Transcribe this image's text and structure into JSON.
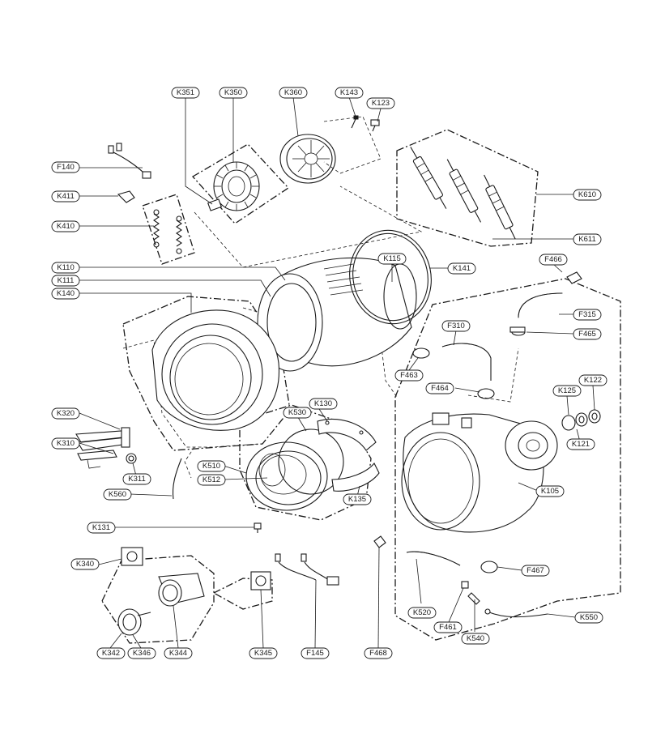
{
  "labels": [
    "K351",
    "K350",
    "K360",
    "K143",
    "K123",
    "F140",
    "K411",
    "K410",
    "K610",
    "K611",
    "K110",
    "K111",
    "K140",
    "K115",
    "K141",
    "F466",
    "F315",
    "F465",
    "F310",
    "F463",
    "F464",
    "K125",
    "K122",
    "K121",
    "K320",
    "K310",
    "K311",
    "K530",
    "K130",
    "K510",
    "K512",
    "K135",
    "K560",
    "K105",
    "K131",
    "K340",
    "F467",
    "K520",
    "F461",
    "K540",
    "K550",
    "K342",
    "K346",
    "K344",
    "K345",
    "F145",
    "F468"
  ],
  "colors": {
    "line": "#1a1a1a",
    "background": "#ffffff"
  }
}
